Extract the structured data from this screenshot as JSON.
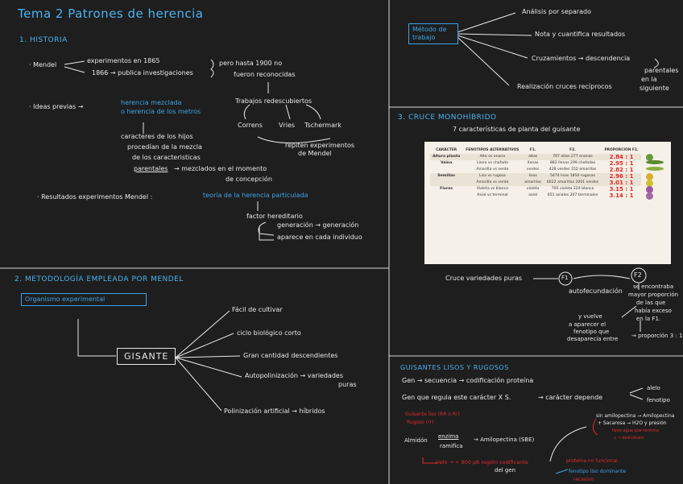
{
  "tema_title": "Tema 2 Patrones de herencia",
  "historia": {
    "heading": "1. HISTORIA",
    "mendel": "· Mendel",
    "experimentos": "experimentos en 1865",
    "publica": "1866 → publica investigaciones",
    "pero_hasta": "pero hasta 1900 no",
    "fueron": "fueron reconocidas",
    "trabajos": "Trabajos redescubiertos",
    "correns": "Correns",
    "vries": "Vries",
    "tschermark": "Tschermark",
    "repiten": "repiten experimentos",
    "de_mendel": "de Mendel",
    "ideas_previas": "· Ideas previas →",
    "herencia_mezclada": "herencia mezclada",
    "o_herencia": "o herencia de los metros",
    "caracteres_1": "caracteres de los hijos",
    "caracteres_2": "procedían de la mezcla",
    "caracteres_3": "de los caracteristicas",
    "caracteres_4": "parentales",
    "mezclados": "→ mezclados en el momento",
    "concepcion": "de concepción",
    "resultados": "· Resultados experimentos Mendel :",
    "teoria": "teoría de la herencia particulada",
    "factor": "factor hereditario",
    "generacion": "generación → generación",
    "aparece": "aparece en cada individuo"
  },
  "metodo": {
    "box": "Método de trabajo",
    "b1": "Análisis por separado",
    "b2": "Nota y cuantifica resultados",
    "b3": "Cruzamientos → descendencia",
    "b3b": "parentales",
    "b3c": "en la",
    "b3d": "siguiente",
    "b4": "Realización cruces recíprocos"
  },
  "metodologia": {
    "heading": "2. METODOLOGÍA EMPLEADA POR MENDEL",
    "organismo": "Organismo experimental",
    "guisante": "GISANTE",
    "b1": "Fácil de cultivar",
    "b2": "ciclo biológico corto",
    "b3": "Gran cantidad descendientes",
    "b4": "Autopolinización → variedades",
    "b4b": "puras",
    "b5": "Polinización artificial → híbridos"
  },
  "cruce": {
    "heading": "3. CRUCE MONOHÍBRIDO",
    "subtitle": "7 características de planta del guisante",
    "table_headers": [
      "CARÁCTER",
      "FENOTIPOS ALTERNATIVOS",
      "F1.",
      "F2.",
      "PROPORCIÓN F2."
    ],
    "rows": [
      {
        "caracter": "Altura planta",
        "fenotipos": "Alta vs enana",
        "f1": "altas",
        "f2": "787 altas 277 enanas",
        "prop": "2.84 : 1",
        "icon": "#6a9a3a"
      },
      {
        "caracter": "Vaina",
        "fenotipos": "Llena vs chafada",
        "f1": "llenas",
        "f2": "882 llenas 299 chafadas",
        "prop": "2.95 : 1",
        "icon": "#5a8a30"
      },
      {
        "caracter": "",
        "fenotipos": "Amarilla vs verde",
        "f1": "verdes",
        "f2": "428 verdes 152 amarillas",
        "prop": "2.82 : 1",
        "icon": "#8ab040"
      },
      {
        "caracter": "Semillas",
        "fenotipos": "Lisa vs rugosa",
        "f1": "lisas",
        "f2": "5474 lisas 1850 rugosas",
        "prop": "2.96 : 1",
        "icon": "#d8b030"
      },
      {
        "caracter": "",
        "fenotipos": "Amarilla vs verde",
        "f1": "amarillas",
        "f2": "6022 amarillas 2001 verdes",
        "prop": "3.01 : 1",
        "icon": "#d0c030"
      },
      {
        "caracter": "Flores",
        "fenotipos": "Violeta vs blanca",
        "f1": "violeta",
        "f2": "705 violeta 224 blanca",
        "prop": "3.15 : 1",
        "icon": "#9a5aa0"
      },
      {
        "caracter": "",
        "fenotipos": "Axial vs terminal",
        "f1": "axial",
        "f2": "651 axiales 207 terminales",
        "prop": "3.14 : 1",
        "icon": "#a06aa0"
      }
    ],
    "variedades": "Cruce variedades puras",
    "f1": "F1",
    "f2": "F2",
    "autofecundacion": "autofecundación",
    "se_encontraba_1": "se encontraba",
    "se_encontraba_2": "mayor proporción",
    "se_encontraba_3": "de las que",
    "se_encontraba_4": "había exceso",
    "se_encontraba_5": "en la F1.",
    "y_vuelve_1": "y vuelve",
    "y_vuelve_2": "a aparecer el",
    "y_vuelve_3": "fenotipo que",
    "y_vuelve_4": "desaparecía entre",
    "proporcion": "→ proporción 3 : 1"
  },
  "guisantes": {
    "heading": "GUISANTES LISOS Y RUGOSOS",
    "gen": "Gen → secuencia → codificación proteína",
    "gen_regula": "Gen que regula este carácter X S.",
    "caracter_depende": "→ carácter depende",
    "alelo": "alelo",
    "fenotipo": "fenotipo",
    "red1": "Guisante liso (RR o Rr)",
    "red2": "Rugoso (rr)",
    "almidon": "Almidón",
    "enzima": "enzima",
    "ramifica": "ramifica",
    "amilopectina": "→ Amilopectina (SBE)",
    "red3": "alelo → + 800 pb región codificante",
    "del_gen": "del gen",
    "red4": "proteína no funcional",
    "sin_amilo": "sin amilopectina → Amilopectina",
    "sacarosa": "+ Sacarosa → H2O y presión",
    "red5": "lleva agua que termina",
    "red6": "y → deshidrata",
    "blue1": "fenotipo liso dominante",
    "red7": "recesivo"
  }
}
